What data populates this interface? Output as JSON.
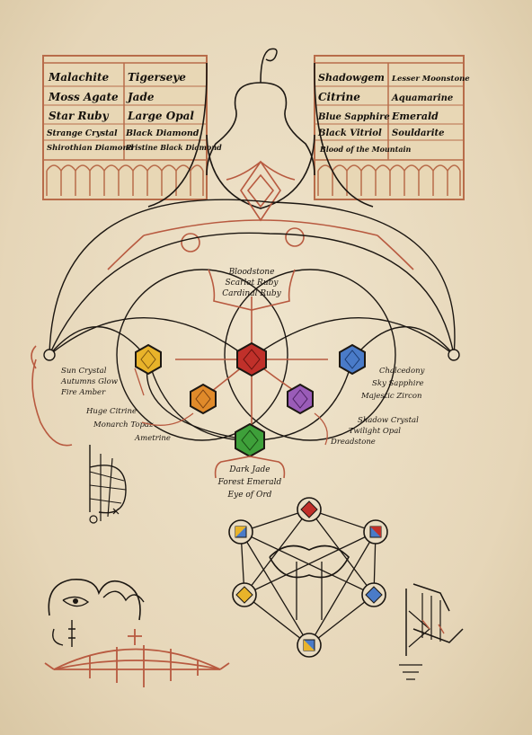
{
  "left_table": {
    "rows": [
      [
        "Malachite",
        "Tigerseye"
      ],
      [
        "Moss Agate",
        "Jade"
      ],
      [
        "Star Ruby",
        "Large Opal"
      ],
      [
        "Strange Crystal",
        "Black Diamond"
      ],
      [
        "Shirothian Diamond",
        "Pristine Black Diamond"
      ]
    ]
  },
  "right_table": {
    "rows": [
      [
        "Shadowgem",
        "Lesser Moonstone"
      ],
      [
        "Citrine",
        "Aquamarine"
      ],
      [
        "Blue Sapphire",
        "Emerald"
      ],
      [
        "Black Vitriol",
        "Souldarite"
      ],
      [
        "Blood of the Mountain",
        ""
      ]
    ]
  },
  "labels": {
    "top_group": [
      "Bloodstone",
      "Scarlet Ruby",
      "Cardinal Ruby"
    ],
    "left_group_1": [
      "Sun Crystal",
      "Autumns Glow",
      "Fire Amber"
    ],
    "left_group_2": [
      "Huge Citrine",
      "Monarch Topaz",
      "Ametrine"
    ],
    "right_group_1": [
      "Chalcedony",
      "Sky Sapphire",
      "Majestic Zircon"
    ],
    "right_group_2": [
      "Shadow Crystal",
      "Twilight Opal",
      "Dreadstone"
    ],
    "bottom_group": [
      "Dark Jade",
      "Forest Emerald",
      "Eye of Ord"
    ]
  },
  "colors": {
    "parchment": "#e9dcc2",
    "ink": "#1c1712",
    "red_ink": "#b85a40",
    "gem_yellow": "#e8b32a",
    "gem_red": "#c0302a",
    "gem_blue": "#4a7bc8",
    "gem_orange": "#e08a2a",
    "gem_purple": "#9a5cb8",
    "gem_green": "#3ea03a"
  }
}
